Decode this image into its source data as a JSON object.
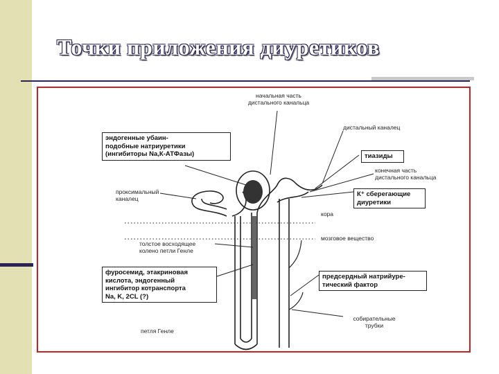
{
  "slide": {
    "title": "Точки приложения диуретиков"
  },
  "diagram": {
    "labels": {
      "initial_distal": "начальная часть\nдистального канальца",
      "distal_tubule": "дистальный каналец",
      "final_distal": "конечная часть\nдистального канальца",
      "proximal_tubule": "проксимальный\nканалец",
      "cortex": "кора",
      "medulla": "мозговое вещество",
      "thick_ascending": "толстое восходящее\nколено петли Генле",
      "collecting_ducts": "собирательные\nтрубки",
      "loop_henle": "петля Генле"
    },
    "boxes": {
      "ouabain": "эндогенные убаин-\nподобные натриуретики\n(ингибиторы Na,К-АТФазы)",
      "thiazides": "тиазиды",
      "k_sparing": "К⁺ сберегающие\nдиуретики",
      "loop_diuretics": "фуросемид, этакриновая\nкислота, эндогенный\nингибитор котранспорта\nNa, K, 2CL (?)",
      "anp": "предсердный натрийуре-\nтический фактор"
    }
  }
}
